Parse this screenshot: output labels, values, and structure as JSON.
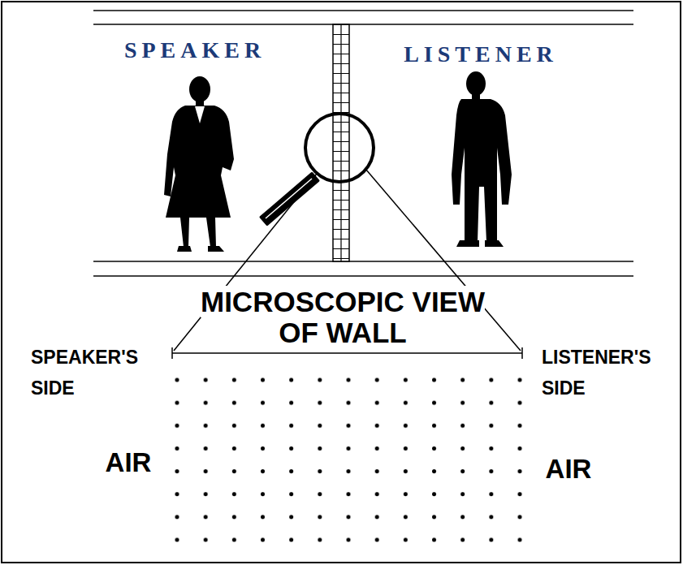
{
  "diagram": {
    "labels": [
      "SPEAKER",
      "LISTENER",
      "MICROSCOPIC VIEW OF WALL",
      "SPEAKER'S SIDE",
      "LISTENER'S SIDE",
      "AIR",
      "AIR"
    ]
  }
}
